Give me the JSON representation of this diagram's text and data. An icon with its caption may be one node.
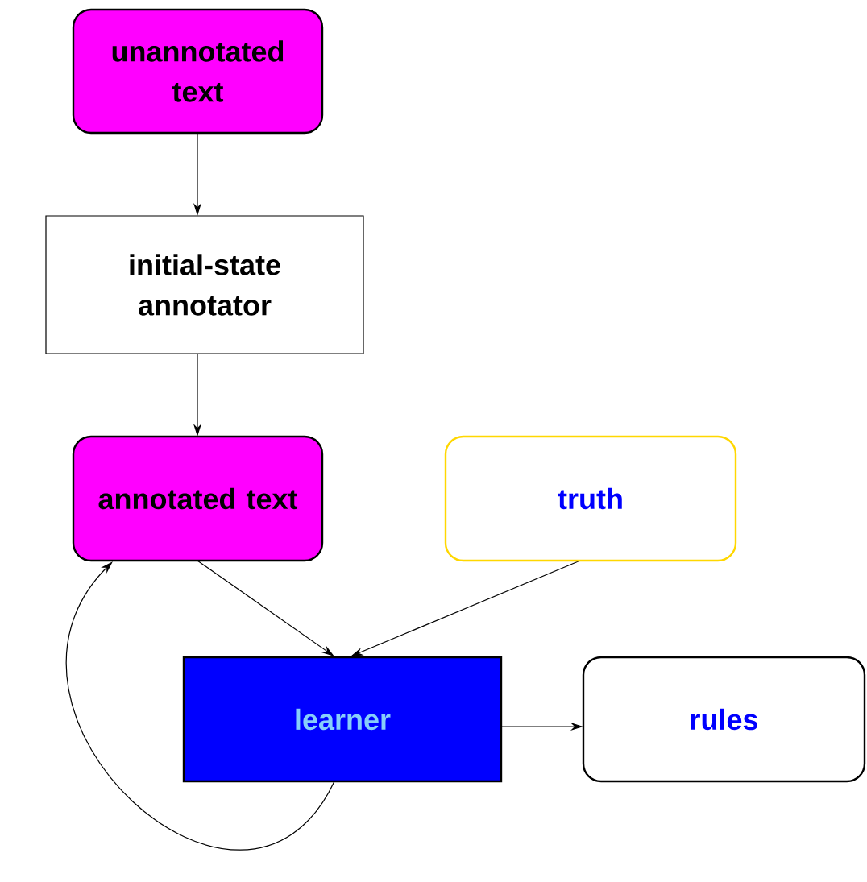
{
  "diagram": {
    "nodes": [
      {
        "text": [
          "unannotated text"
        ]
      },
      {
        "text": [
          "initial-state annotator"
        ]
      },
      {
        "text": [
          "annotated text"
        ]
      },
      {
        "text": [
          "truth"
        ]
      },
      {
        "text": [
          "learner"
        ]
      },
      {
        "text": [
          "rules"
        ]
      }
    ],
    "edges": [
      {
        "from": 0,
        "to": 1,
        "arrow": "to"
      },
      {
        "from": 1,
        "to": 2,
        "arrow": "to"
      },
      {
        "from": 2,
        "to": 4,
        "arrow": "to"
      },
      {
        "from": 3,
        "to": 4,
        "arrow": "to"
      },
      {
        "from": 4,
        "to": 5,
        "arrow": "to"
      },
      {
        "from": 4,
        "to": 2,
        "arrow": "to"
      }
    ]
  }
}
